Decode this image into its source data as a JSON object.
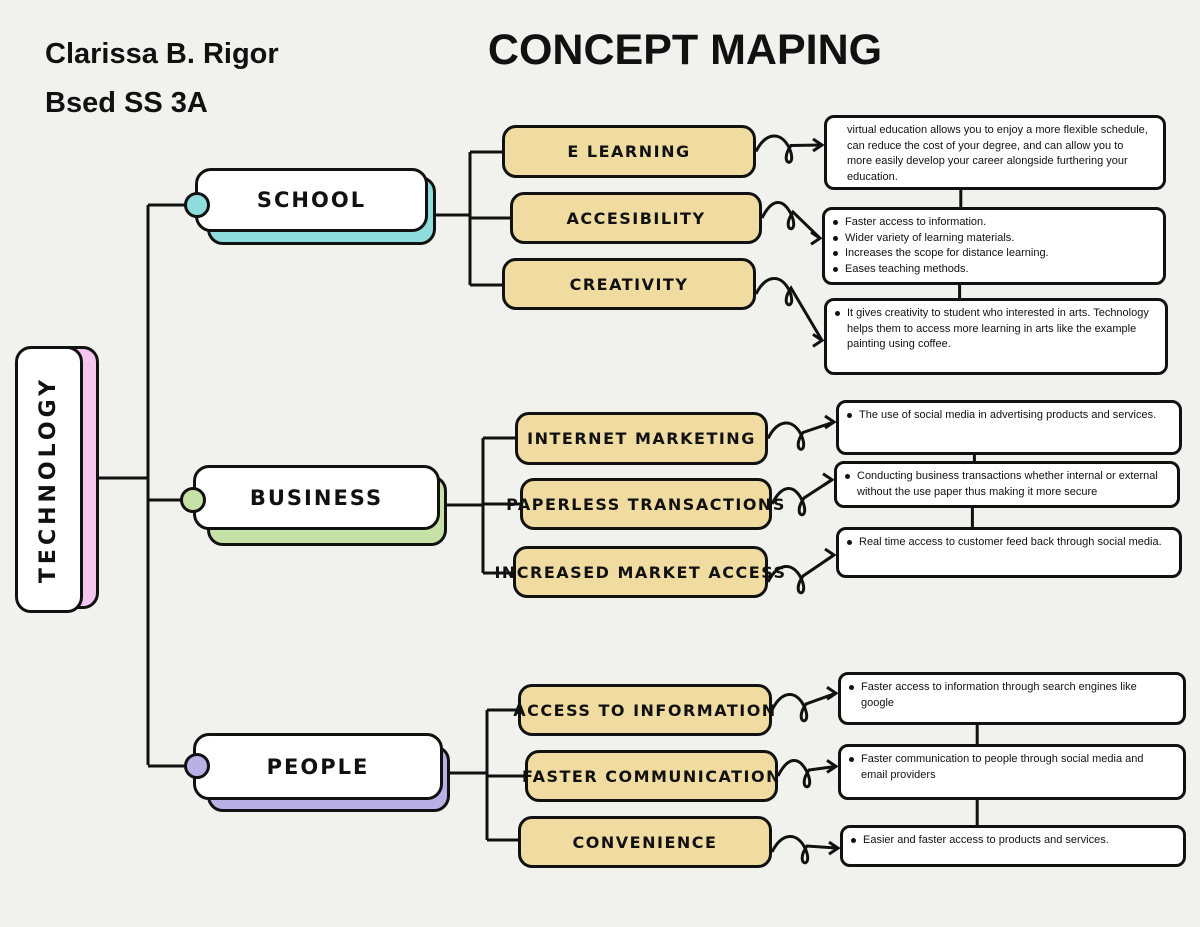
{
  "author": {
    "name": "Clarissa B. Rigor",
    "section": "Bsed SS 3A"
  },
  "title": "CONCEPT MAPING",
  "root": {
    "label": "TECHNOLOGY",
    "color": "#f7c6ee"
  },
  "branches": [
    {
      "label": "SCHOOL",
      "color": "#8fdcdc",
      "items": [
        {
          "label": "E LEARNING",
          "note": [
            "virtual education allows you to enjoy a more flexible schedule, can reduce the cost of your degree, and can allow you to more easily develop your career alongside furthering your education."
          ]
        },
        {
          "label": "ACCESIBILITY",
          "note": [
            "Faster access to information.",
            "Wider variety of learning materials.",
            "Increases the scope for distance learning.",
            "Eases teaching methods."
          ]
        },
        {
          "label": "CREATIVITY",
          "note": [
            "It gives creativity to student who interested in arts. Technology helps them to access more learning in arts like the example painting using coffee."
          ]
        }
      ]
    },
    {
      "label": "BUSINESS",
      "color": "#c7e2a8",
      "items": [
        {
          "label": "INTERNET MARKETING",
          "note": [
            "The use of social media in advertising products and services."
          ]
        },
        {
          "label": "PAPERLESS TRANSACTIONS",
          "note": [
            "Conducting business transactions whether internal or external without the use paper thus making it more secure"
          ]
        },
        {
          "label": "INCREASED MARKET ACCESS",
          "note": [
            "Real time access to customer feed back through social media."
          ]
        }
      ]
    },
    {
      "label": "PEOPLE",
      "color": "#b9b0e6",
      "items": [
        {
          "label": "ACCESS TO INFORMATION",
          "note": [
            "Faster access to information through search engines like google"
          ]
        },
        {
          "label": "FASTER COMMUNICATION",
          "note": [
            "Faster communication to people through social media and email providers"
          ]
        },
        {
          "label": "CONVENIENCE",
          "note": [
            "Easier and faster access to products and services."
          ]
        }
      ]
    }
  ],
  "colors": {
    "tag_fill": "#f0dca0",
    "background": "#f1f1ed"
  }
}
